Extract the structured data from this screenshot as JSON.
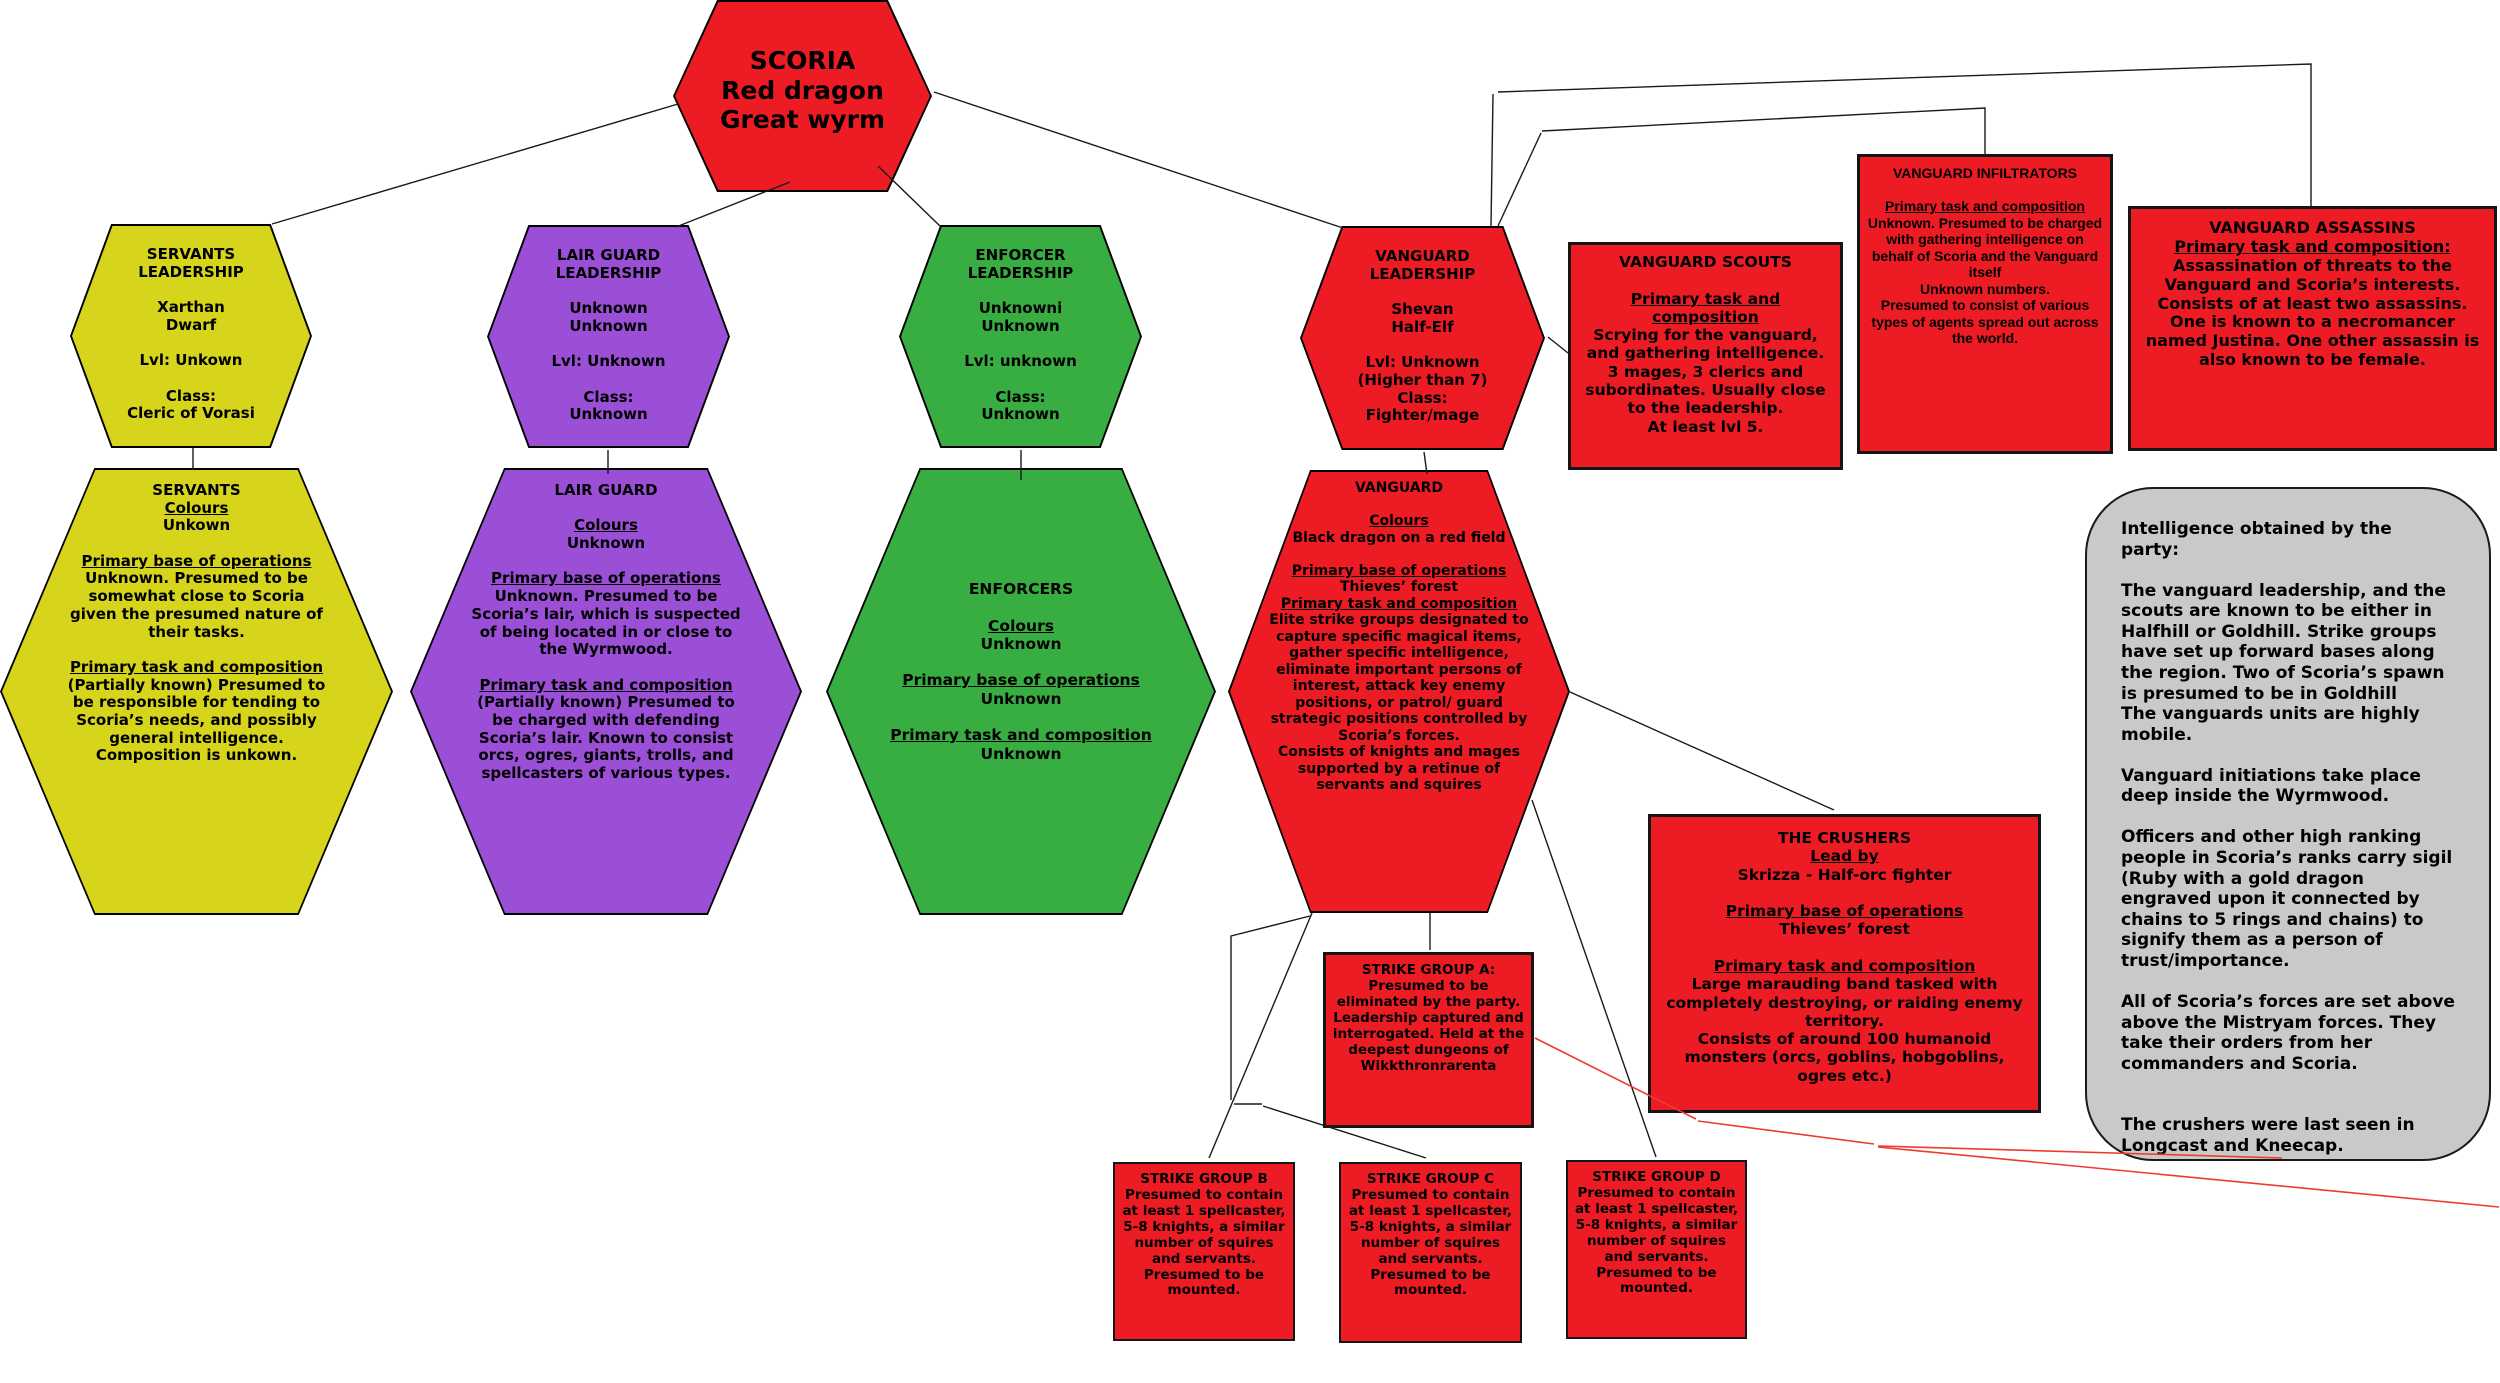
{
  "colors": {
    "red": "#ed1c24",
    "yellow": "#d6d51b",
    "purple": "#9b4fd6",
    "green": "#38ad41",
    "gray": "#c9c9c9",
    "redline": "#f03a2e"
  },
  "nodes": {
    "scoria": {
      "lines": [
        "SCORIA",
        "Red dragon",
        "Great wyrm"
      ]
    },
    "servants_leadership": {
      "lines": [
        "SERVANTS",
        "LEADERSHIP",
        "",
        "Xarthan",
        "Dwarf",
        "",
        "Lvl: Unkown",
        "",
        "Class:",
        "Cleric of Vorasi"
      ]
    },
    "lair_guard_leadership": {
      "lines": [
        "LAIR GUARD",
        "LEADERSHIP",
        "",
        "Unknown",
        "Unknown",
        "",
        "Lvl: Unknown",
        "",
        "Class:",
        "Unknown"
      ]
    },
    "enforcer_leadership": {
      "lines": [
        "ENFORCER",
        "LEADERSHIP",
        "",
        "Unknowni",
        "Unknown",
        "",
        "Lvl: unknown",
        "",
        "Class:",
        "Unknown"
      ]
    },
    "vanguard_leadership": {
      "lines": [
        "VANGUARD",
        "LEADERSHIP",
        "",
        "Shevan",
        "Half-Elf",
        "",
        "Lvl: Unknown",
        "(Higher than 7)",
        "Class:",
        "Fighter/mage"
      ]
    },
    "servants": {
      "lines": [
        "SERVANTS",
        {
          "t": "Colours",
          "u": true
        },
        "Unkown",
        "",
        {
          "t": "Primary base of operations",
          "u": true
        },
        "Unknown. Presumed to be somewhat close to Scoria given the presumed nature of their tasks.",
        "",
        {
          "t": "Primary task and composition",
          "u": true
        },
        "(Partially known) Presumed to be responsible for tending to Scoria’s needs, and possibly general intelligence. Composition is unkown."
      ]
    },
    "lair_guard": {
      "lines": [
        "LAIR GUARD",
        "",
        {
          "t": "Colours",
          "u": true
        },
        "Unknown",
        "",
        {
          "t": "Primary base of operations",
          "u": true
        },
        "Unknown. Presumed to be Scoria’s lair, which is suspected of being located in or close to the Wyrmwood.",
        "",
        {
          "t": "Primary task and composition",
          "u": true
        },
        "(Partially known) Presumed to be charged with defending Scoria’s lair. Known to consist orcs, ogres, giants, trolls, and spellcasters of various types."
      ]
    },
    "enforcers": {
      "lines": [
        "ENFORCERS",
        "",
        {
          "t": "Colours",
          "u": true
        },
        "Unknown",
        "",
        {
          "t": "Primary base of operations",
          "u": true
        },
        "Unknown",
        "",
        {
          "t": "Primary task and composition",
          "u": true
        },
        "Unknown"
      ]
    },
    "vanguard": {
      "lines": [
        "VANGUARD",
        "",
        {
          "t": "Colours",
          "u": true
        },
        "Black dragon on a red field",
        "",
        {
          "t": "Primary base of operations",
          "u": true
        },
        "Thieves’ forest",
        {
          "t": "Primary task and composition",
          "u": true
        },
        "Elite strike groups designated to capture specific magical items, gather specific intelligence, eliminate important persons of interest, attack key enemy positions, or patrol/ guard strategic positions controlled by Scoria’s forces.",
        "Consists of knights and mages supported by a retinue of servants and squires"
      ]
    },
    "vanguard_scouts": {
      "lines": [
        "VANGUARD SCOUTS",
        "",
        {
          "t": "Primary task and composition",
          "u": true
        },
        "Scrying for the vanguard, and gathering intelligence.",
        "3 mages, 3 clerics and subordinates. Usually close to the leadership.",
        "At least lvl 5."
      ]
    },
    "vanguard_infiltrators": {
      "lines": [
        "VANGUARD INFILTRATORS",
        "",
        {
          "t": "Primary task and composition",
          "u": true
        },
        "Unknown. Presumed to be charged with gathering intelligence on behalf of Scoria and the Vanguard itself",
        "Unknown numbers.",
        "Presumed to consist of various types of agents spread out across the world."
      ]
    },
    "vanguard_assassins": {
      "lines": [
        "VANGUARD ASSASSINS",
        {
          "t": "Primary task and composition:",
          "u": true
        },
        "Assassination of threats to the Vanguard and Scoria’s interests. Consists of at least two assassins. One is known to a necromancer named Justina. One other assassin is also known to be female."
      ]
    },
    "strike_group_a": {
      "lines": [
        "STRIKE GROUP A:",
        "Presumed to be eliminated by the party.",
        "Leadership captured and interrogated. Held at the deepest dungeons of Wikkthronrarenta"
      ]
    },
    "the_crushers": {
      "lines": [
        "THE CRUSHERS",
        {
          "t": "Lead by",
          "u": true
        },
        "Skrizza - Half-orc fighter",
        "",
        {
          "t": "Primary base of operations",
          "u": true
        },
        "Thieves’ forest",
        "",
        {
          "t": "Primary task and composition",
          "u": true
        },
        "Large marauding band tasked with completely destroying, or raiding enemy territory.",
        "Consists of around 100 humanoid monsters (orcs, goblins, hobgoblins, ogres etc.)"
      ]
    },
    "strike_group_b": {
      "lines": [
        "STRIKE GROUP B",
        "Presumed to contain at least 1 spellcaster, 5-8 knights, a similar number of squires and servants.",
        "Presumed to be mounted."
      ]
    },
    "strike_group_c": {
      "lines": [
        "STRIKE GROUP C",
        "Presumed to contain at least 1 spellcaster, 5-8 knights, a similar number of squires and servants.",
        "Presumed to be mounted."
      ]
    },
    "strike_group_d": {
      "lines": [
        "STRIKE GROUP D",
        "Presumed to contain at least 1 spellcaster, 5-8 knights, a similar number of squires and servants.",
        "Presumed to be mounted."
      ]
    },
    "intel": {
      "lines": [
        "Intelligence obtained by the party:",
        "",
        "The vanguard leadership, and the scouts are known to be either in Halfhill or Goldhill. Strike groups have set up forward bases along the region. Two of Scoria’s spawn is presumed to be in Goldhill",
        "The vanguards units are highly mobile.",
        "",
        "Vanguard initiations take place deep inside the Wyrmwood.",
        "",
        "Officers and other high ranking people in Scoria’s ranks carry sigil (Ruby with a gold dragon engraved upon it connected by chains to 5 rings and chains) to signify them as a person of trust/importance.",
        "",
        "All of Scoria’s forces are set above above the Mistryam forces. They take their orders from her commanders and Scoria.",
        "",
        "",
        "The crushers were last seen in Longcast and Kneecap."
      ]
    }
  }
}
